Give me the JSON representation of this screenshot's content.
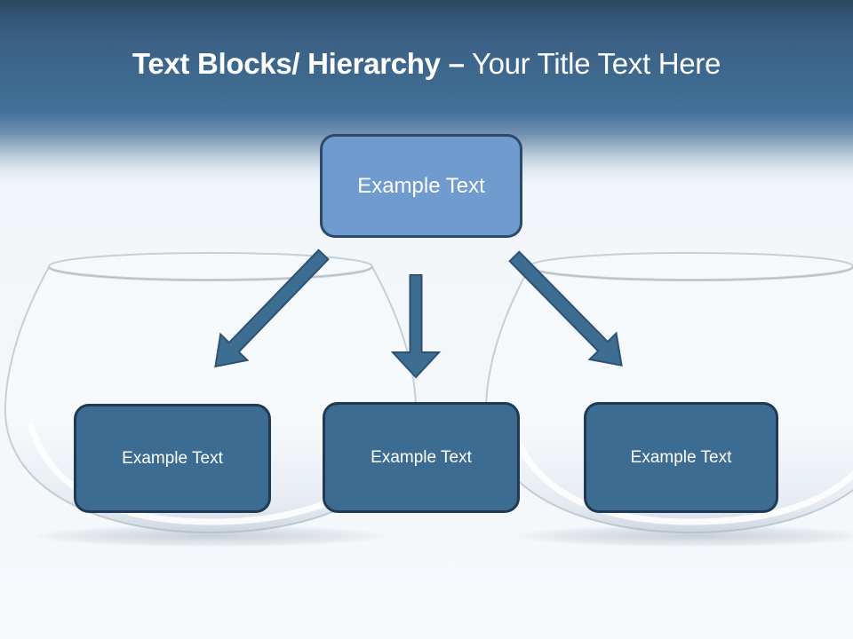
{
  "title": {
    "bold_text": "Text Blocks/ Hierarchy –",
    "regular_text": " Your Title Text Here"
  },
  "diagram": {
    "root": {
      "label": "Example Text"
    },
    "children": [
      {
        "label": "Example Text"
      },
      {
        "label": "Example Text"
      },
      {
        "label": "Example Text"
      }
    ]
  },
  "colors": {
    "header_top": "#2c4860",
    "header_main": "#3f6c93",
    "root_box_fill": "#6f9bce",
    "root_box_border": "#2d4b68",
    "child_box_fill": "#3d6c92",
    "child_box_border": "#1f3a52",
    "arrow_fill": "#3e6d92",
    "arrow_stroke": "#2b5273",
    "background": "#f2f6fa",
    "title_text": "#ffffff"
  }
}
